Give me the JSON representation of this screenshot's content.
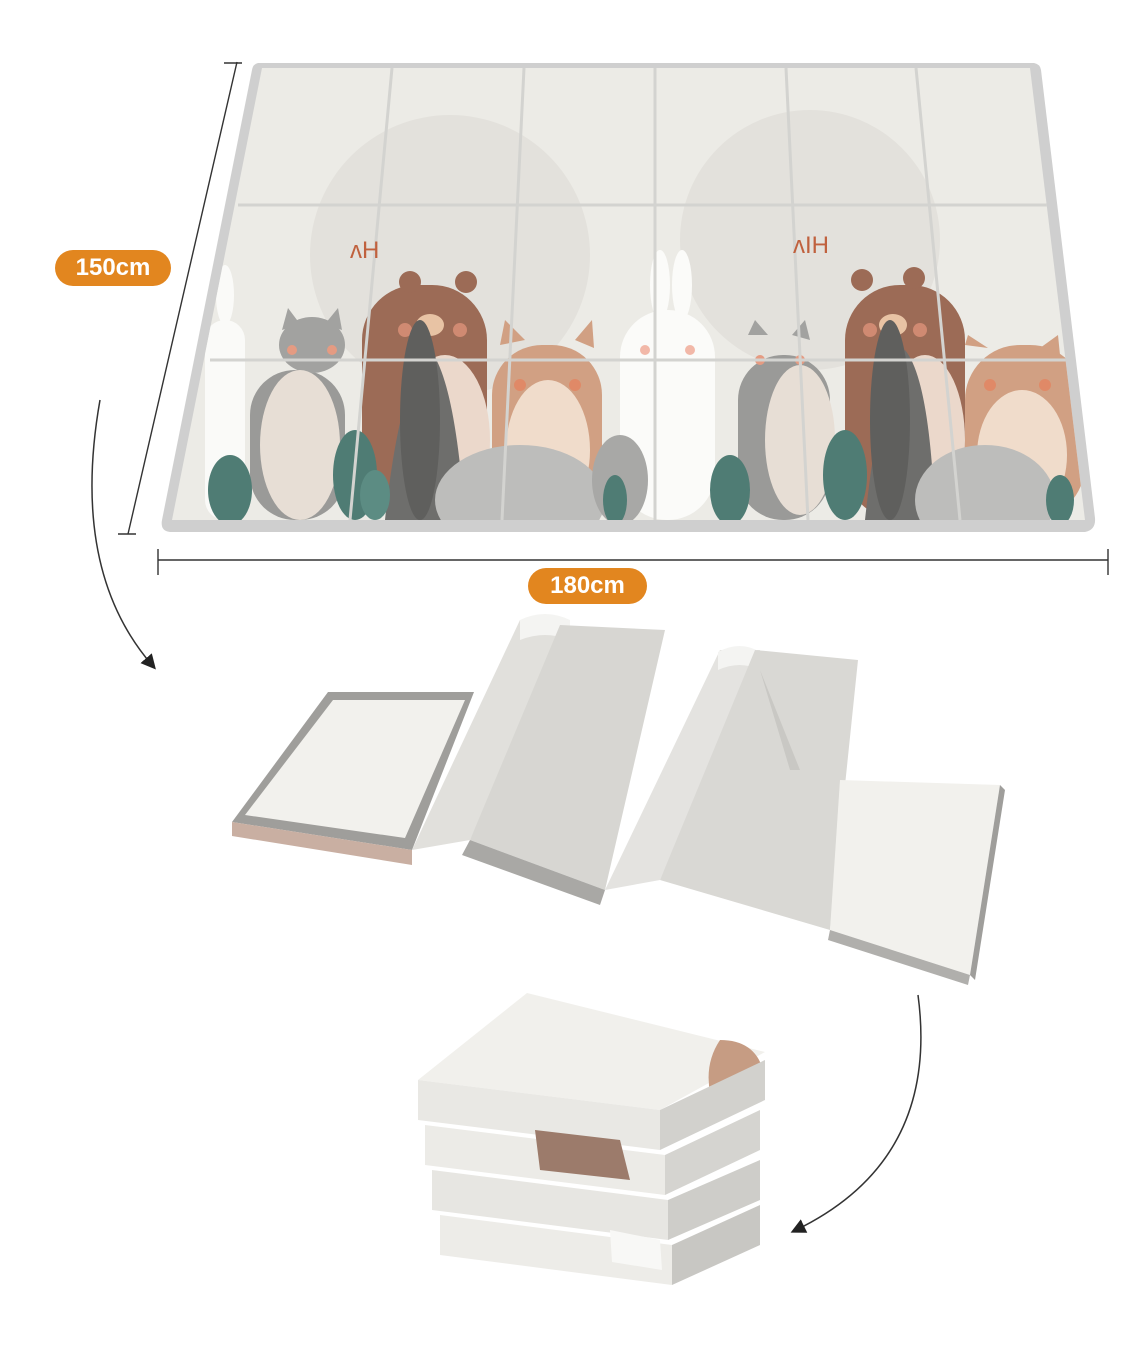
{
  "dimensions": {
    "height_label": "150cm",
    "width_label": "180cm"
  },
  "mat_labels": {
    "left_sign": "ʌH",
    "right_sign": "ʌIH"
  },
  "colors": {
    "badge": "#E2861F",
    "mat_base": "#ECEBE6",
    "mat_border": "#C9C9C9",
    "bear_brown": "#9C6B56",
    "cat_grey": "#9A9A98",
    "fox_tan": "#D1A083",
    "bunny_white": "#FBFBF9",
    "leaf_teal": "#4F7C74",
    "leaf_dark": "#555555",
    "rock_grey": "#BDBDBB"
  }
}
